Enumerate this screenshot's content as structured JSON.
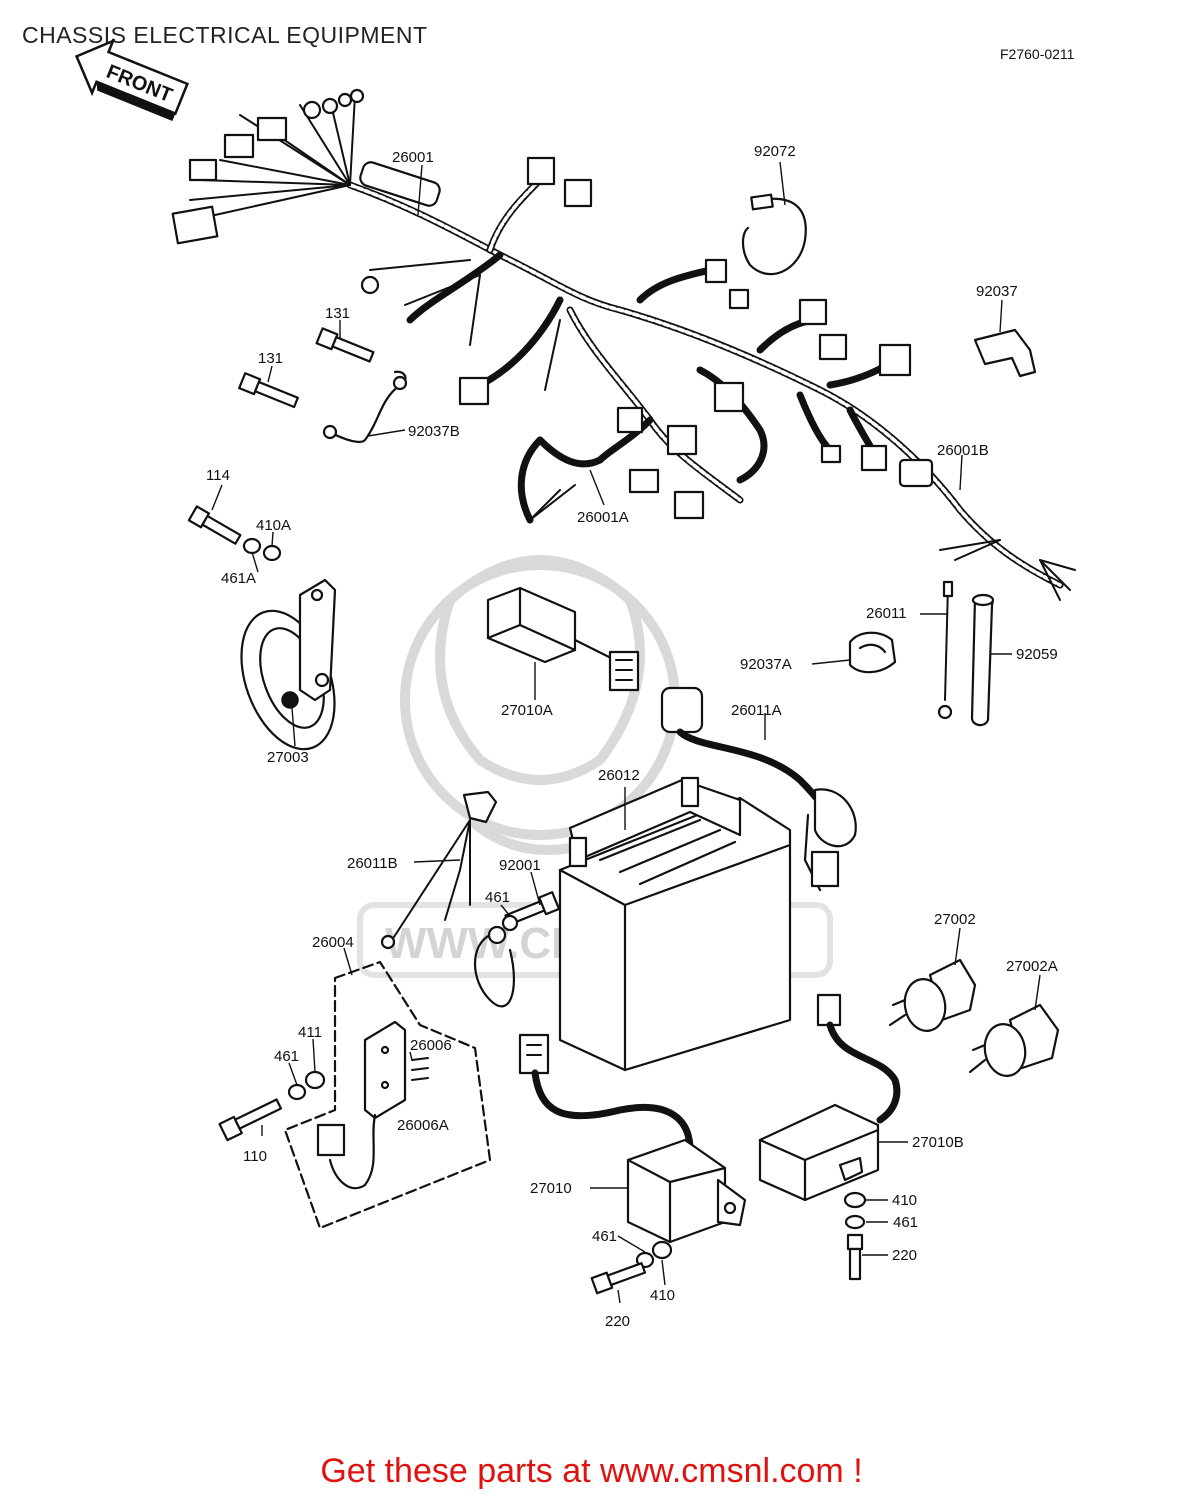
{
  "header": {
    "title": "CHASSIS ELECTRICAL EQUIPMENT",
    "diagram_ref": "F2760-0211"
  },
  "front_arrow": {
    "label": "FRONT"
  },
  "watermark": {
    "text": "WWW.CMSNL.COM"
  },
  "footer": {
    "text": "Get these parts at www.cmsnl.com !"
  },
  "parts": {
    "p26001": "26001",
    "p92072": "92072",
    "p92037": "92037",
    "p131a": "131",
    "p131b": "131",
    "p92037B": "92037B",
    "p26001B": "26001B",
    "p26001A": "26001A",
    "p114": "114",
    "p410A": "410A",
    "p461A": "461A",
    "p26011": "26011",
    "p92059": "92059",
    "p92037A": "92037A",
    "p27010A": "27010A",
    "p26011A": "26011A",
    "p27003": "27003",
    "p26012": "26012",
    "p26011B": "26011B",
    "p92001": "92001",
    "p461a": "461",
    "p26004": "26004",
    "p411": "411",
    "p461b": "461",
    "p26006": "26006",
    "p26006A": "26006A",
    "p110": "110",
    "p27002": "27002",
    "p27002A": "27002A",
    "p27010B": "27010B",
    "p27010": "27010",
    "p410a": "410",
    "p461c": "461",
    "p461d": "461",
    "p220a": "220",
    "p410b": "410",
    "p220b": "220"
  }
}
